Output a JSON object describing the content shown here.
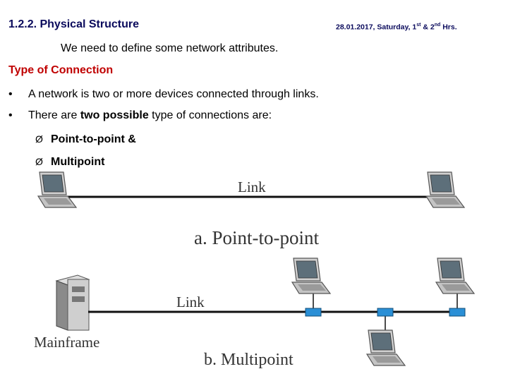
{
  "header": {
    "title": "1.2.2. Physical Structure",
    "date_prefix": "28.01.2017, Saturday, 1",
    "date_sup1": "st",
    "date_mid": " & 2",
    "date_sup2": "nd",
    "date_suffix": " Hrs."
  },
  "intro": "We need to define some network attributes.",
  "section": {
    "heading": "Type of Connection",
    "bullets": [
      {
        "symbol": "•",
        "text": "A network is two or more devices connected through links."
      },
      {
        "symbol": "•",
        "pre": "There are ",
        "bold": "two possible",
        "post": " type of connections are:"
      }
    ],
    "sub_items": [
      {
        "symbol": "Ø",
        "text": "Point-to-point  &"
      },
      {
        "symbol": "Ø",
        "text": "Multipoint"
      }
    ]
  },
  "diagram": {
    "point_to_point": {
      "link_label": "Link",
      "caption": "a. Point-to-point"
    },
    "multipoint": {
      "link_label": "Link",
      "mainframe_label": "Mainframe",
      "caption": "b. Multipoint"
    },
    "colors": {
      "link": "#111111",
      "tap": "#2a8fd6",
      "laptop_body": "#c9c9c9",
      "screen": "#5d6f7a"
    }
  }
}
